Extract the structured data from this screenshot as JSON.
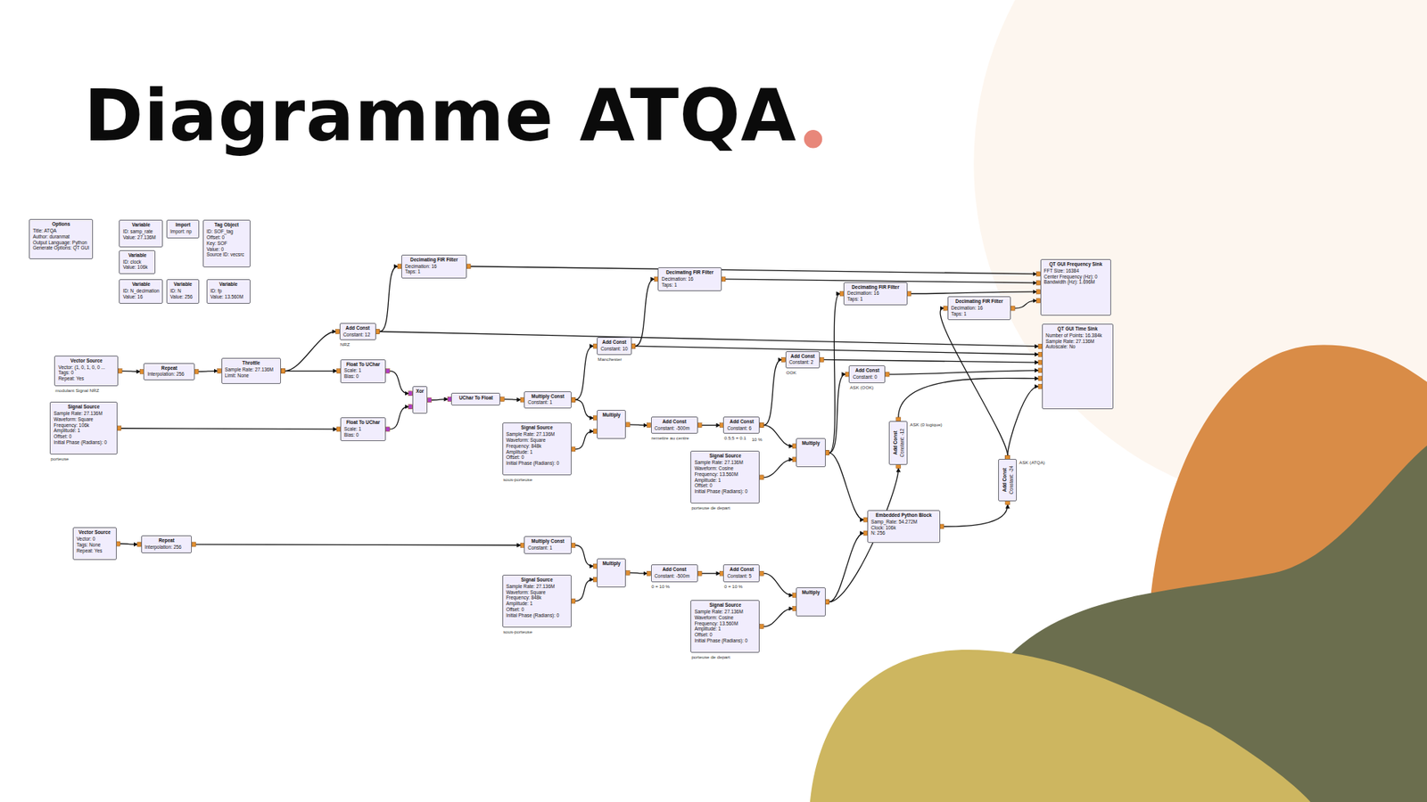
{
  "diagram": {
    "title": "Diagramme ATQA",
    "nodes": [
      {
        "text": [
          "Options",
          "Title: ATQA",
          "Author: duranmat",
          "Output Language: Python",
          "Generate Options: QT GUI"
        ]
      },
      {
        "text": [
          "Variable",
          "ID: samp_rate",
          "Value: 27.136M"
        ]
      },
      {
        "text": [
          "Import",
          "Import: np"
        ]
      },
      {
        "text": [
          "Tag Object",
          "ID: SOF_tag",
          "Offset: 0",
          "Key: SOF",
          "Value: 0",
          "Source ID: vecsrc"
        ]
      },
      {
        "text": [
          "Variable",
          "ID: clock",
          "Value: 106k"
        ]
      },
      {
        "text": [
          "Variable",
          "ID: N_decimation",
          "Value: 16"
        ]
      },
      {
        "text": [
          "Variable",
          "ID: N",
          "Value: 256"
        ]
      },
      {
        "text": [
          "Variable",
          "ID: fp",
          "Value: 13.560M"
        ]
      },
      {
        "text": [
          "Vector Source",
          "Vector: (1, 0, 1, 0, 0 ...",
          "Tags: 0",
          "Repeat: Yes",
          "modulant Signal NRZ"
        ]
      },
      {
        "text": [
          "Repeat",
          "Interpolation: 256"
        ]
      },
      {
        "text": [
          "Throttle",
          "Sample Rate: 27.136M",
          "Limit: None"
        ]
      },
      {
        "text": [
          "Signal Source",
          "Sample Rate: 27.136M",
          "Waveform: Square",
          "Frequency: 106k",
          "Amplitude: 1",
          "Offset: 0",
          "Initial Phase (Radians): 0",
          "porteuse"
        ]
      },
      {
        "text": [
          "Add Const",
          "Constant: 12",
          "NRZ"
        ]
      },
      {
        "text": [
          "Decimating FIR Filter",
          "Decimation: 16",
          "Taps: 1"
        ]
      },
      {
        "text": [
          "Float To UChar",
          "Scale: 1",
          "Bias: 0"
        ]
      },
      {
        "text": [
          "Float To UChar",
          "Scale: 1",
          "Bias: 0"
        ]
      },
      {
        "text": [
          "Xor"
        ]
      },
      {
        "text": [
          "UChar To Float"
        ]
      },
      {
        "text": [
          "Multiply Const",
          "Constant: 1"
        ]
      },
      {
        "text": [
          "Signal Source",
          "Sample Rate: 27.136M",
          "Waveform: Square",
          "Frequency: 848k",
          "Amplitude: 1",
          "Offset: 0",
          "Initial Phase (Radians): 0",
          "sous-porteuse"
        ]
      },
      {
        "text": [
          "Add Const",
          "Constant: 10",
          "Manchester"
        ]
      },
      {
        "text": [
          "Multiply"
        ]
      },
      {
        "text": [
          "Decimating FIR Filter",
          "Decimation: 16",
          "Taps: 1"
        ]
      },
      {
        "text": [
          "Add Const",
          "Constant: -500m",
          "remettre au centre"
        ]
      },
      {
        "text": [
          "Add Const",
          "Constant: 6",
          "0.5;5 = 0.1"
        ]
      },
      {
        "text": [
          "Signal Source",
          "Sample Rate: 27.136M",
          "Waveform: Cosine",
          "Frequency: 13.560M",
          "Amplitude: 1",
          "Offset: 0",
          "Initial Phase (Radians): 0",
          "porteuse de depart"
        ]
      },
      {
        "text": [
          "Add Const",
          "Constant: 2",
          "OOK"
        ]
      },
      {
        "text": [
          "Multiply"
        ]
      },
      {
        "text": [
          "Decimating FIR Filter",
          "Decimation: 16",
          "Taps: 1"
        ]
      },
      {
        "text": [
          "Add Const",
          "Constant: 0",
          "ASK (OOK)"
        ]
      },
      {
        "text": [
          "Decimating FIR Filter",
          "Decimation: 16",
          "Taps: 1"
        ]
      },
      {
        "text": [
          "Add Const",
          "Constant: -12",
          "ASK (0 logique)"
        ]
      },
      {
        "text": [
          "Embedded Python Block",
          "Samp_Rate: 54.272M",
          "Clock: 106k",
          "N: 256"
        ]
      },
      {
        "text": [
          "Add Const",
          "Constant: -24",
          "ASK (ATQA)"
        ]
      },
      {
        "text": [
          "QT GUI Frequency Sink",
          "FFT Size: 16384",
          "Center Frequency (Hz): 0",
          "Bandwidth (Hz): 1.696M"
        ]
      },
      {
        "text": [
          "QT GUI Time Sink",
          "Number of Points: 16.384k",
          "Sample Rate: 27.136M",
          "Autoscale: No"
        ]
      },
      {
        "text": [
          "Vector Source",
          "Vector: 0",
          "Tags: None",
          "Repeat: Yes"
        ]
      },
      {
        "text": [
          "Repeat",
          "Interpolation: 256"
        ]
      },
      {
        "text": [
          "Multiply Const",
          "Constant: 1"
        ]
      },
      {
        "text": [
          "Signal Source",
          "Sample Rate: 27.136M",
          "Waveform: Square",
          "Frequency: 848k",
          "Amplitude: 1",
          "Offset: 0",
          "Initial Phase (Radians): 0",
          "sous-porteuse"
        ]
      },
      {
        "text": [
          "Multiply"
        ]
      },
      {
        "text": [
          "Add Const",
          "Constant: -500m",
          "0 = 10 %"
        ]
      },
      {
        "text": [
          "Add Const",
          "Constant: 5",
          "0 = 10 %"
        ]
      },
      {
        "text": [
          "Signal Source",
          "Sample Rate: 27.136M",
          "Waveform: Cosine",
          "Frequency: 13.560M",
          "Amplitude: 1",
          "Offset: 0",
          "Initial Phase (Radians): 0",
          "porteuse de depart"
        ]
      },
      {
        "text": [
          "Multiply"
        ]
      }
    ],
    "edges": [
      {
        "from": 8,
        "to": 9,
        "arrow": "to"
      },
      {
        "from": 9,
        "to": 10,
        "arrow": "to"
      },
      {
        "from": 10,
        "to": 12,
        "arrow": "to"
      },
      {
        "from": 10,
        "to": 14,
        "arrow": "to"
      },
      {
        "from": 11,
        "to": 15,
        "arrow": "to"
      },
      {
        "from": 14,
        "to": 16,
        "arrow": "to"
      },
      {
        "from": 15,
        "to": 16,
        "arrow": "to"
      },
      {
        "from": 16,
        "to": 17,
        "arrow": "to"
      },
      {
        "from": 17,
        "to": 18,
        "arrow": "to"
      },
      {
        "from": 18,
        "to": 21,
        "arrow": "to"
      },
      {
        "from": 19,
        "to": 21,
        "arrow": "to"
      },
      {
        "from": 12,
        "to": 13,
        "arrow": "to"
      },
      {
        "from": 12,
        "to": 35,
        "arrow": "to"
      },
      {
        "from": 13,
        "to": 34,
        "arrow": "to"
      },
      {
        "from": 18,
        "to": 20,
        "arrow": "to"
      },
      {
        "from": 20,
        "to": 22,
        "arrow": "to"
      },
      {
        "from": 20,
        "to": 35,
        "arrow": "to"
      },
      {
        "from": 22,
        "to": 34,
        "arrow": "to"
      },
      {
        "from": 21,
        "to": 23,
        "arrow": "to"
      },
      {
        "from": 23,
        "to": 24,
        "arrow": "to"
      },
      {
        "from": 24,
        "to": 27,
        "arrow": "to"
      },
      {
        "from": 25,
        "to": 27,
        "arrow": "to"
      },
      {
        "from": 24,
        "to": 26,
        "arrow": "to"
      },
      {
        "from": 26,
        "to": 35,
        "arrow": "to"
      },
      {
        "from": 27,
        "to": 28,
        "arrow": "to"
      },
      {
        "from": 27,
        "to": 29,
        "arrow": "to"
      },
      {
        "from": 29,
        "to": 35,
        "arrow": "to"
      },
      {
        "from": 28,
        "to": 34,
        "arrow": "to"
      },
      {
        "from": 27,
        "to": 32,
        "arrow": "to"
      },
      {
        "from": 44,
        "to": 32,
        "arrow": "to"
      },
      {
        "from": 36,
        "to": 37,
        "arrow": "to"
      },
      {
        "from": 37,
        "to": 38,
        "arrow": "to"
      },
      {
        "from": 38,
        "to": 40,
        "arrow": "to"
      },
      {
        "from": 39,
        "to": 40,
        "arrow": "to"
      },
      {
        "from": 40,
        "to": 41,
        "arrow": "to"
      },
      {
        "from": 41,
        "to": 42,
        "arrow": "to"
      },
      {
        "from": 42,
        "to": 44,
        "arrow": "to"
      },
      {
        "from": 43,
        "to": 44,
        "arrow": "to"
      },
      {
        "from": 44,
        "to": 31,
        "arrow": "to"
      },
      {
        "from": 31,
        "to": 35,
        "arrow": "to"
      },
      {
        "from": 32,
        "to": 33,
        "arrow": "to"
      },
      {
        "from": 33,
        "to": 35,
        "arrow": "to"
      },
      {
        "from": 33,
        "to": 30,
        "arrow": "to"
      },
      {
        "from": 30,
        "to": 34,
        "arrow": "to"
      }
    ],
    "labels": [
      "10 %"
    ]
  }
}
